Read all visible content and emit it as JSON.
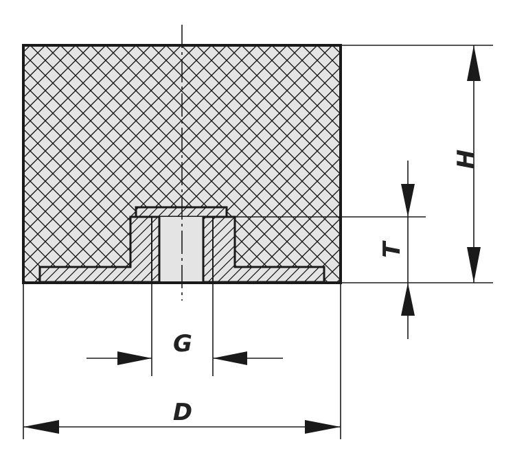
{
  "drawing": {
    "labels": {
      "outer_diameter": "D",
      "overall_height": "H",
      "thread": "G",
      "thread_depth": "T"
    },
    "colors": {
      "line": "#1a1a1a",
      "rubber_fill": "#e4e4e4",
      "hatch": "#1a1a1a",
      "metal_fill": "#e4e4e4"
    }
  }
}
